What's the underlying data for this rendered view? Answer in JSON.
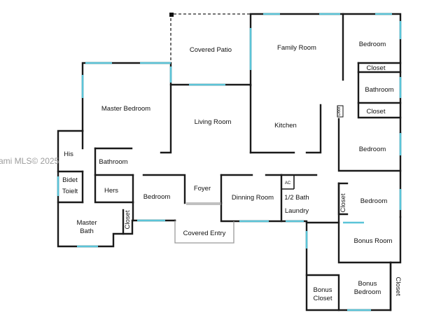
{
  "watermark": "ami MLS© 2025",
  "rooms": {
    "covered_patio": "Covered Patio",
    "family_room": "Family Room",
    "bedroom_top_right": "Bedroom",
    "closet_top_right": "Closet",
    "bathroom_right": "Bathroom",
    "closet_right_mid": "Closet",
    "master_bedroom": "Master Bedroom",
    "living_room": "Living Room",
    "kitchen": "Kitchen",
    "door_label": "Door",
    "bedroom_right_mid": "Bedroom",
    "his": "His",
    "bathroom_center": "Bathroom",
    "bidet": "Bidet",
    "toilet": "Toielt",
    "hers": "Hers",
    "bedroom_center": "Bedroom",
    "foyer": "Foyer",
    "dinning_room": "Dinning Room",
    "ac": "AC",
    "half_bath": "1/2 Bath",
    "laundry": "Laundry",
    "closet_right_lower": "Closet",
    "bedroom_right_lower": "Bedroom",
    "master_bath_line1": "Master",
    "master_bath_line2": "Bath",
    "closet_center": "Closet",
    "covered_entry": "Covered Entry",
    "bonus_room": "Bonus Room",
    "bonus_closet_line1": "Bonus",
    "bonus_closet_line2": "Closet",
    "bonus_bedroom_line1": "Bonus",
    "bonus_bedroom_line2": "Bedroom",
    "closet_bonus": "Closet"
  },
  "colors": {
    "wall": "#1a1a1a",
    "window": "#5bc4d8",
    "watermark": "#9c9c9c",
    "entry_outline": "#9a9a9a"
  }
}
